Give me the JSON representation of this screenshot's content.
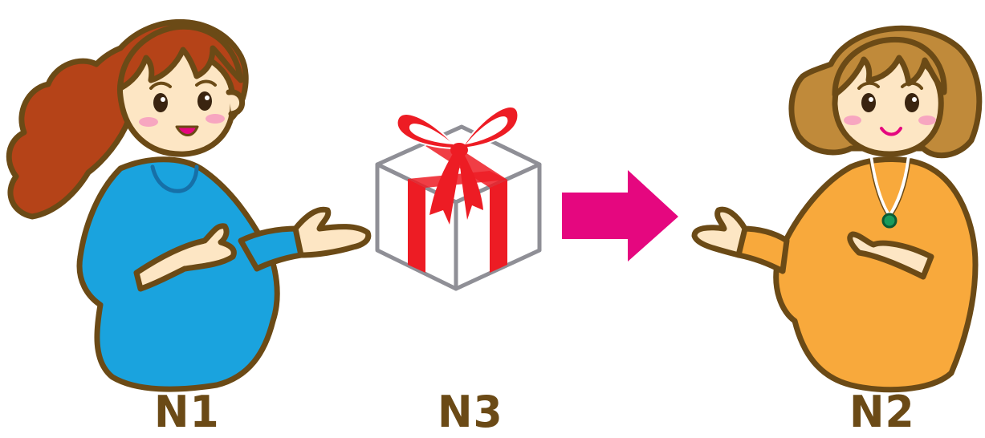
{
  "labels": {
    "giver": "N1",
    "gift": "N3",
    "receiver": "N2"
  },
  "colors": {
    "outline": "#6b4a16",
    "skin": "#fde6c4",
    "giver_hair": "#b54318",
    "giver_shirt": "#1aa3de",
    "receiver_hair": "#c08a3a",
    "receiver_shirt": "#f8a93c",
    "ribbon": "#ed1c24",
    "box_edge": "#8f8f96",
    "arrow": "#e5077f",
    "label": "#6b4a16"
  },
  "icons": {
    "giver": "woman-presenting-icon",
    "gift": "gift-box-icon",
    "arrow": "right-arrow-icon",
    "receiver": "woman-receiving-icon"
  }
}
